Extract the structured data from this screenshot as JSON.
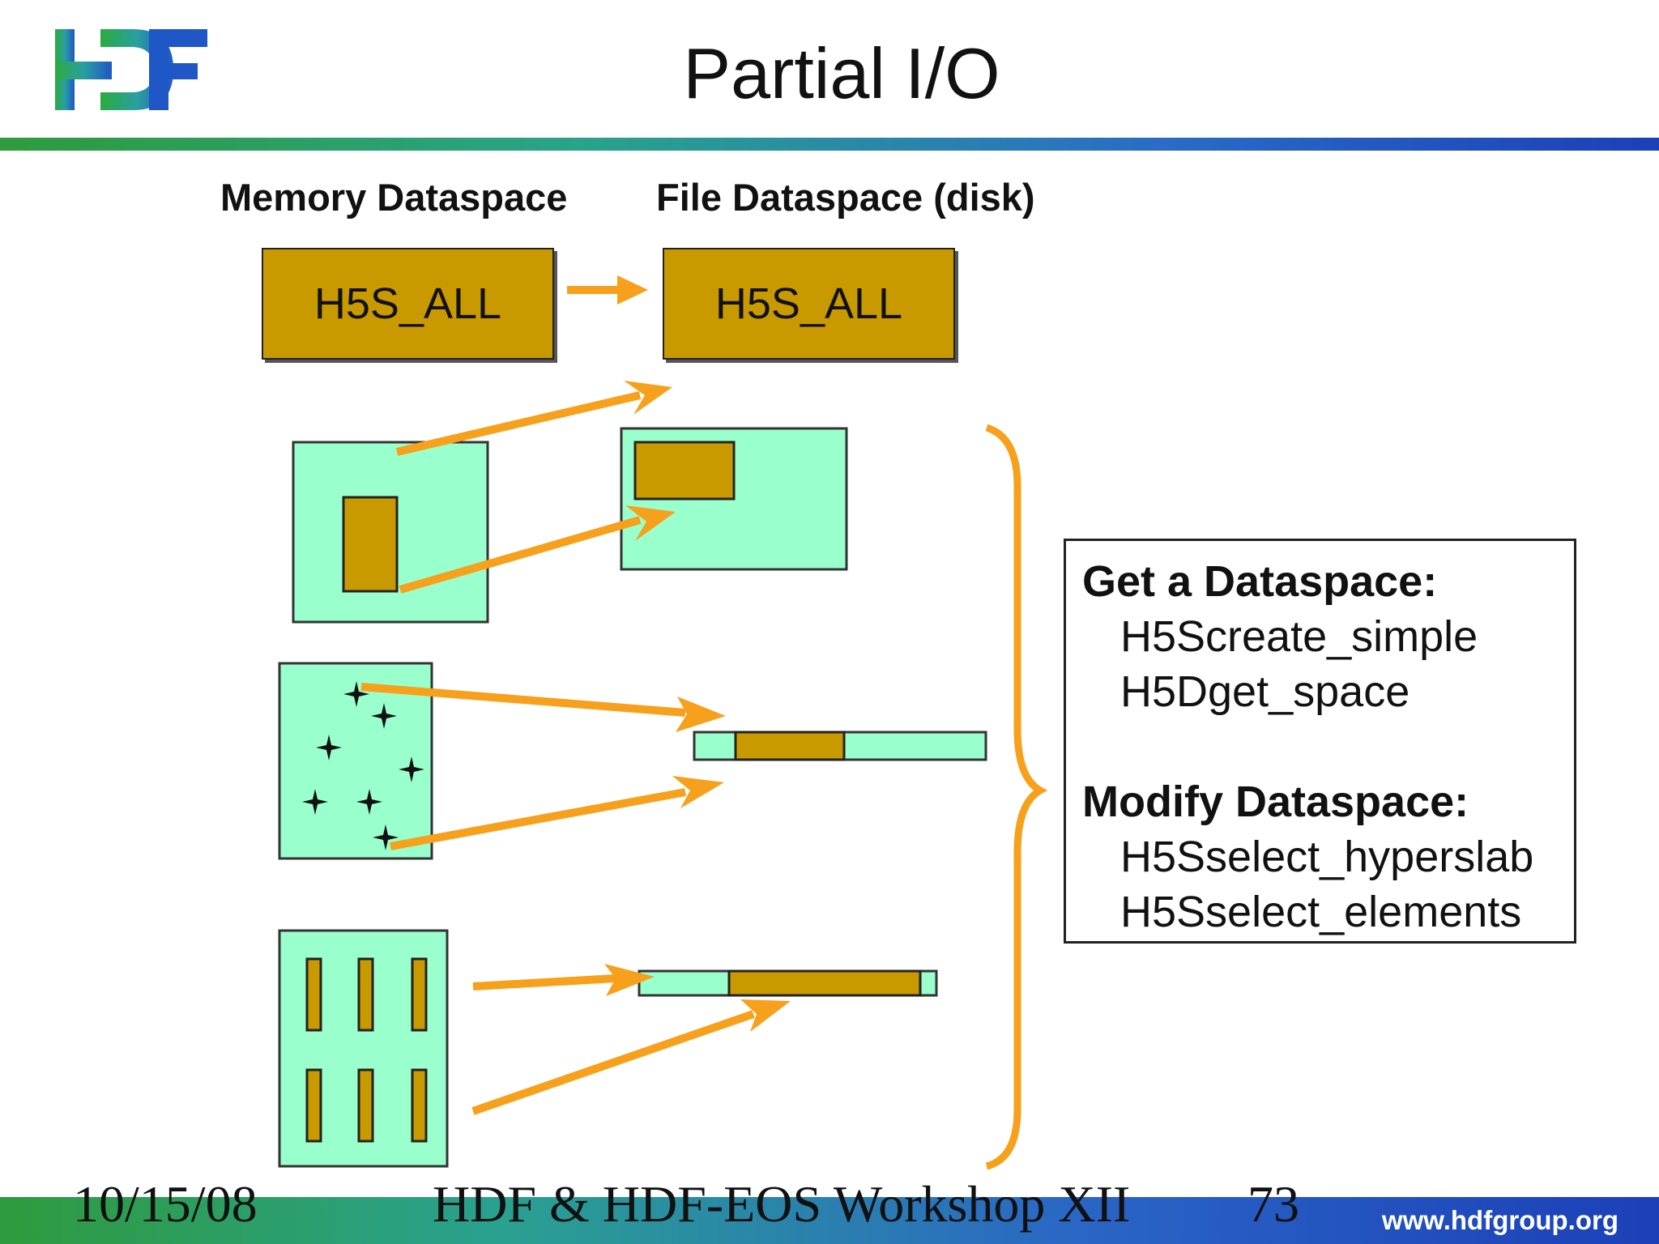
{
  "title": "Partial I/O",
  "logo_text": "HDF",
  "column_headers": {
    "memory": "Memory Dataspace",
    "file": "File Dataspace (disk)"
  },
  "h5s_all": {
    "memory_label": "H5S_ALL",
    "file_label": "H5S_ALL"
  },
  "info_box": {
    "heading1": "Get a Dataspace:",
    "items1": [
      "H5Screate_simple",
      "H5Dget_space"
    ],
    "heading2": "Modify Dataspace:",
    "items2": [
      "H5Sselect_hyperslab",
      "H5Sselect_elements"
    ]
  },
  "footer": {
    "date": "10/15/08",
    "event": "HDF & HDF-EOS  Workshop XII",
    "page": "73",
    "url": "www.hdfgroup.org"
  },
  "colors": {
    "gold": "#c99a00",
    "mint": "#99ffcc",
    "arrow": "#f7a01b",
    "logo_blue": "#1f57c7",
    "logo_green": "#2bab3e"
  }
}
